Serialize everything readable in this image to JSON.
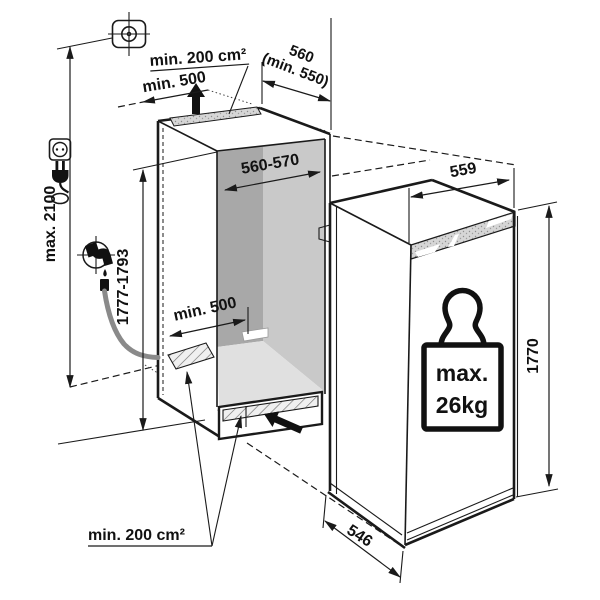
{
  "diagram": {
    "title": "built-in appliance installation drawing",
    "labels": {
      "top_vent_area": "min. 200 cm²",
      "top_clearance": "min. 500",
      "cabinet_depth": "560",
      "cabinet_depth_min": "(min. 550)",
      "niche_width": "560-570",
      "niche_height": "1777-1793",
      "wall_height": "max. 2100",
      "appliance_width": "559",
      "appliance_height": "1770",
      "appliance_depth": "546",
      "floor_clearance": "min. 500",
      "bottom_vent_area": "min. 200 cm²",
      "door_weight_line1": "max.",
      "door_weight_line2": "26kg"
    },
    "icons": [
      "screw-fixing-icon",
      "power-socket-icon",
      "power-plug-icon",
      "cable-loop-icon",
      "water-tap-icon",
      "water-hose",
      "airflow-arrow-top-icon",
      "airflow-arrow-bottom-icon",
      "weight-icon"
    ],
    "colors": {
      "line": "#1a1a1a",
      "niche_side_wall": "#a8a8a8",
      "niche_back_wall": "#c9c9c9",
      "niche_floor": "#e0e0e0",
      "vent_gray": "#d6d6d6",
      "hose_gray": "#8a8a8a",
      "background": "#ffffff"
    }
  }
}
